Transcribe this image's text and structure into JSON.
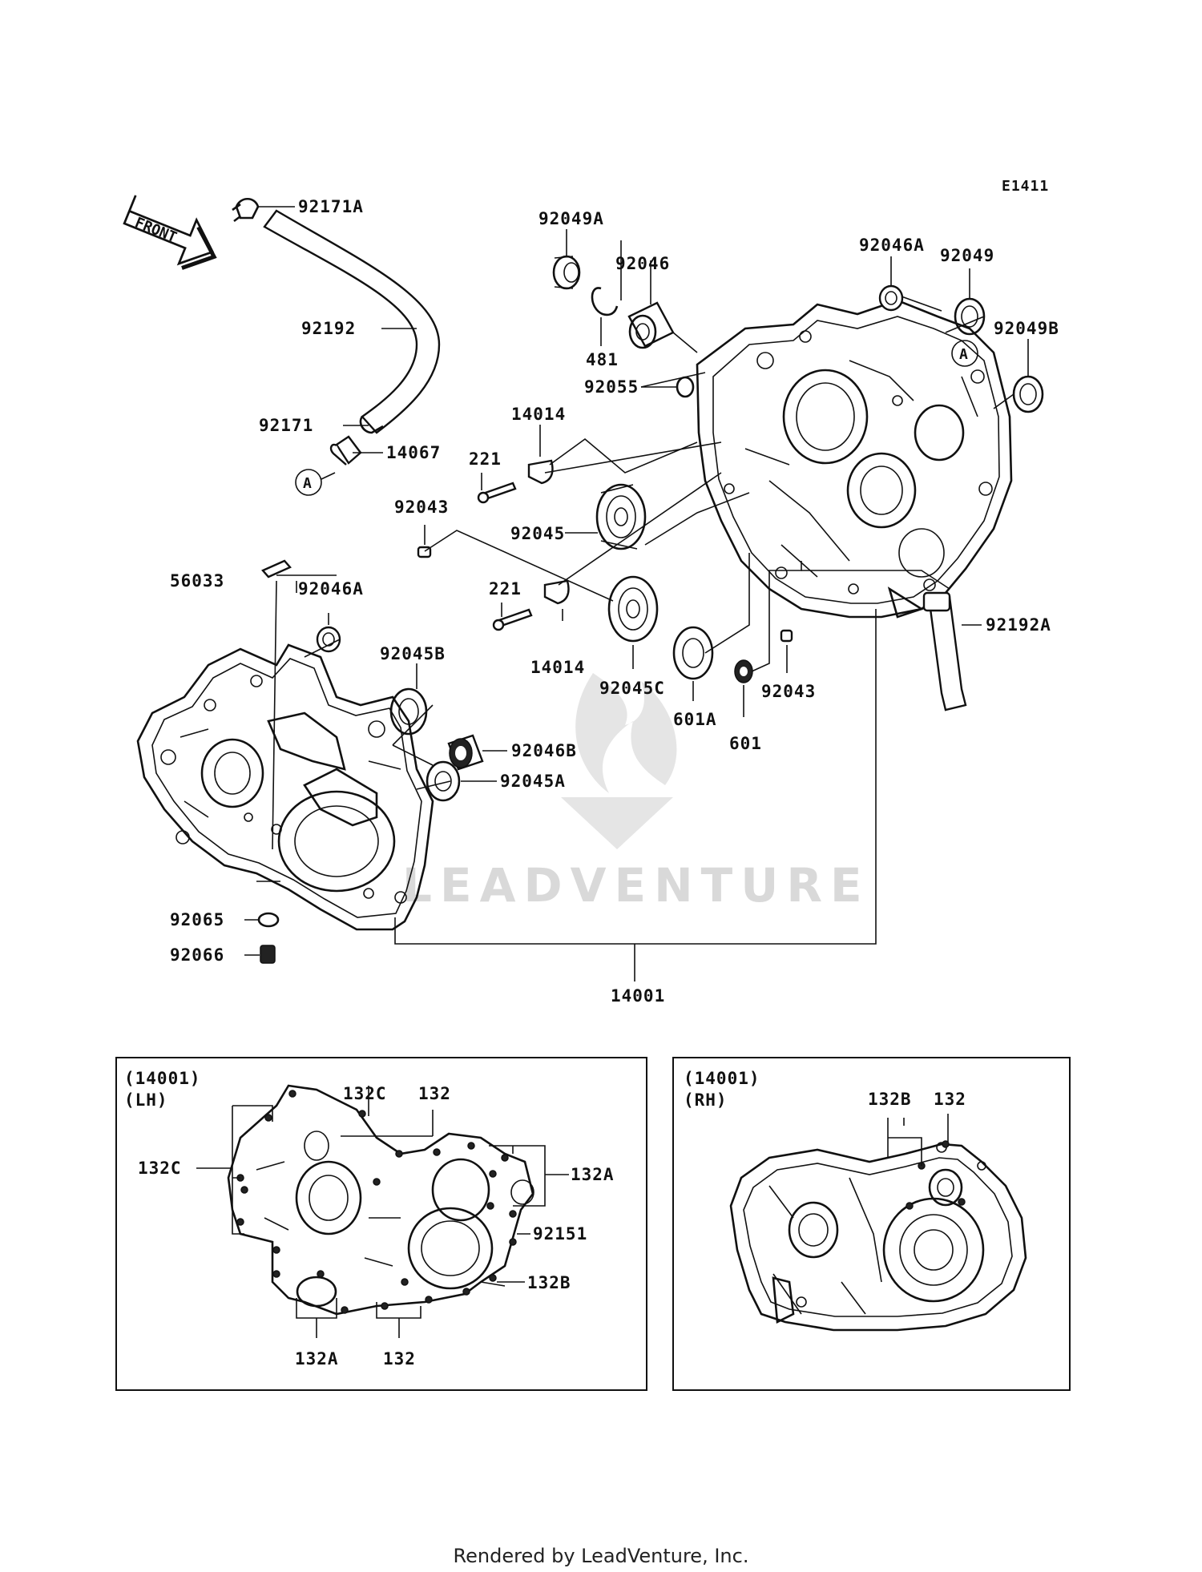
{
  "diagram": {
    "code": "E1411",
    "front_label": "FRONT",
    "footer": "Rendered by LeadVenture, Inc.",
    "watermark": "LEADVENTURE",
    "callout_a": "A",
    "parts": [
      {
        "id": "p92171A",
        "text": "92171A"
      },
      {
        "id": "p92192",
        "text": "92192"
      },
      {
        "id": "p92171",
        "text": "92171"
      },
      {
        "id": "p14067",
        "text": "14067"
      },
      {
        "id": "p92049A",
        "text": "92049A"
      },
      {
        "id": "p92046",
        "text": "92046"
      },
      {
        "id": "p481",
        "text": "481"
      },
      {
        "id": "p92055",
        "text": "92055"
      },
      {
        "id": "p92046A_top",
        "text": "92046A"
      },
      {
        "id": "p92049",
        "text": "92049"
      },
      {
        "id": "p92049B",
        "text": "92049B"
      },
      {
        "id": "p14014_top",
        "text": "14014"
      },
      {
        "id": "p221_top",
        "text": "221"
      },
      {
        "id": "p92043_left",
        "text": "92043"
      },
      {
        "id": "p92045",
        "text": "92045"
      },
      {
        "id": "p221_bot",
        "text": "221"
      },
      {
        "id": "p14014_bot",
        "text": "14014"
      },
      {
        "id": "p56033",
        "text": "56033"
      },
      {
        "id": "p92046A_left",
        "text": "92046A"
      },
      {
        "id": "p92045B",
        "text": "92045B"
      },
      {
        "id": "p92045C",
        "text": "92045C"
      },
      {
        "id": "p601A",
        "text": "601A"
      },
      {
        "id": "p601",
        "text": "601"
      },
      {
        "id": "p92043_right",
        "text": "92043"
      },
      {
        "id": "p92192A",
        "text": "92192A"
      },
      {
        "id": "p92046B",
        "text": "92046B"
      },
      {
        "id": "p92045A",
        "text": "92045A"
      },
      {
        "id": "p92065",
        "text": "92065"
      },
      {
        "id": "p92066",
        "text": "92066"
      },
      {
        "id": "p14001",
        "text": "14001"
      }
    ],
    "lh_box": {
      "title": "(14001)",
      "side": "(LH)",
      "labels": [
        {
          "id": "lh132C_top",
          "text": "132C"
        },
        {
          "id": "lh132_top",
          "text": "132"
        },
        {
          "id": "lh132C_left",
          "text": "132C"
        },
        {
          "id": "lh132A_right",
          "text": "132A"
        },
        {
          "id": "lh92151",
          "text": "92151"
        },
        {
          "id": "lh132B",
          "text": "132B"
        },
        {
          "id": "lh132A_bot",
          "text": "132A"
        },
        {
          "id": "lh132_bot",
          "text": "132"
        }
      ]
    },
    "rh_box": {
      "title": "(14001)",
      "side": "(RH)",
      "labels": [
        {
          "id": "rh132B",
          "text": "132B"
        },
        {
          "id": "rh132",
          "text": "132"
        }
      ]
    }
  }
}
